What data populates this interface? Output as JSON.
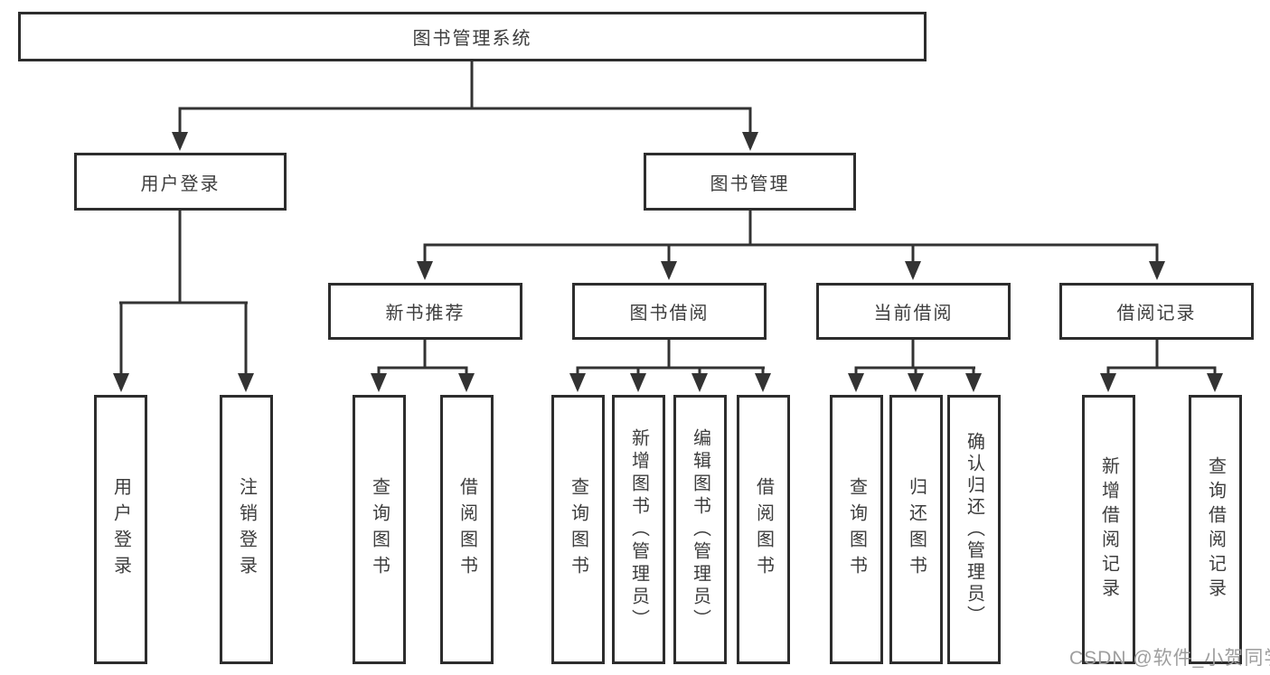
{
  "tree": {
    "root": {
      "label": "图书管理系统"
    },
    "branches": [
      {
        "label": "用户登录",
        "children": [
          {
            "label": "用户登录"
          },
          {
            "label": "注销登录"
          }
        ]
      },
      {
        "label": "图书管理",
        "children": [
          {
            "label": "新书推荐",
            "children": [
              {
                "label": "查询图书"
              },
              {
                "label": "借阅图书"
              }
            ]
          },
          {
            "label": "图书借阅",
            "children": [
              {
                "label": "查询图书"
              },
              {
                "label": "新增图书（管理员）"
              },
              {
                "label": "编辑图书（管理员）"
              },
              {
                "label": "借阅图书"
              }
            ]
          },
          {
            "label": "当前借阅",
            "children": [
              {
                "label": "查询图书"
              },
              {
                "label": "归还图书"
              },
              {
                "label": "确认归还（管理员）"
              }
            ]
          },
          {
            "label": "借阅记录",
            "children": [
              {
                "label": "新增借阅记录"
              },
              {
                "label": "查询借阅记录"
              }
            ]
          }
        ]
      }
    ]
  },
  "watermark": {
    "text": "CSDN @软件_小贺同学"
  },
  "colors": {
    "line": "#333333",
    "node_border": "#2d2d2d",
    "text": "#3d3d3d",
    "watermark": "#9e9e9e",
    "background": "#ffffff"
  }
}
